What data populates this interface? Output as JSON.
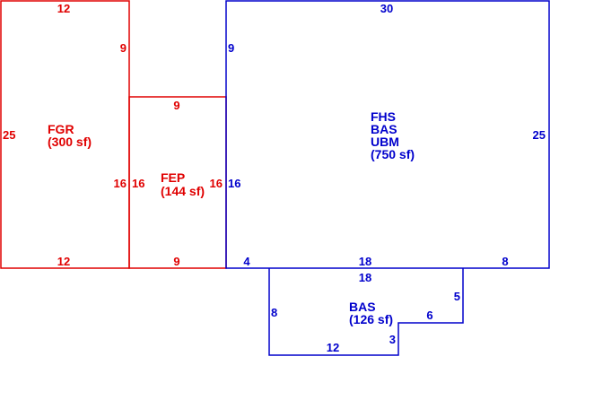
{
  "colors": {
    "red": "#e00000",
    "blue": "#0000cc",
    "background": "#ffffff"
  },
  "fgr": {
    "code": "FGR",
    "area": "(300 sf)",
    "dims": {
      "top": "12",
      "bottom": "12",
      "left": "25",
      "right_upper": "9",
      "right_lower": "16"
    }
  },
  "fep": {
    "code": "FEP",
    "area": "(144 sf)",
    "dims": {
      "top": "9",
      "bottom": "9",
      "left": "16",
      "right": "16"
    }
  },
  "main": {
    "codes": [
      "FHS",
      "BAS",
      "UBM"
    ],
    "area": "(750 sf)",
    "dims": {
      "top": "30",
      "right": "25",
      "left_upper": "9",
      "left_lower": "16",
      "bottom_left": "4",
      "bottom_mid": "18",
      "bottom_right": "8"
    }
  },
  "bas": {
    "code": "BAS",
    "area": "(126 sf)",
    "dims": {
      "top": "18",
      "left": "8",
      "bottom": "12",
      "step_v": "3",
      "step_h": "6",
      "right": "5"
    }
  }
}
